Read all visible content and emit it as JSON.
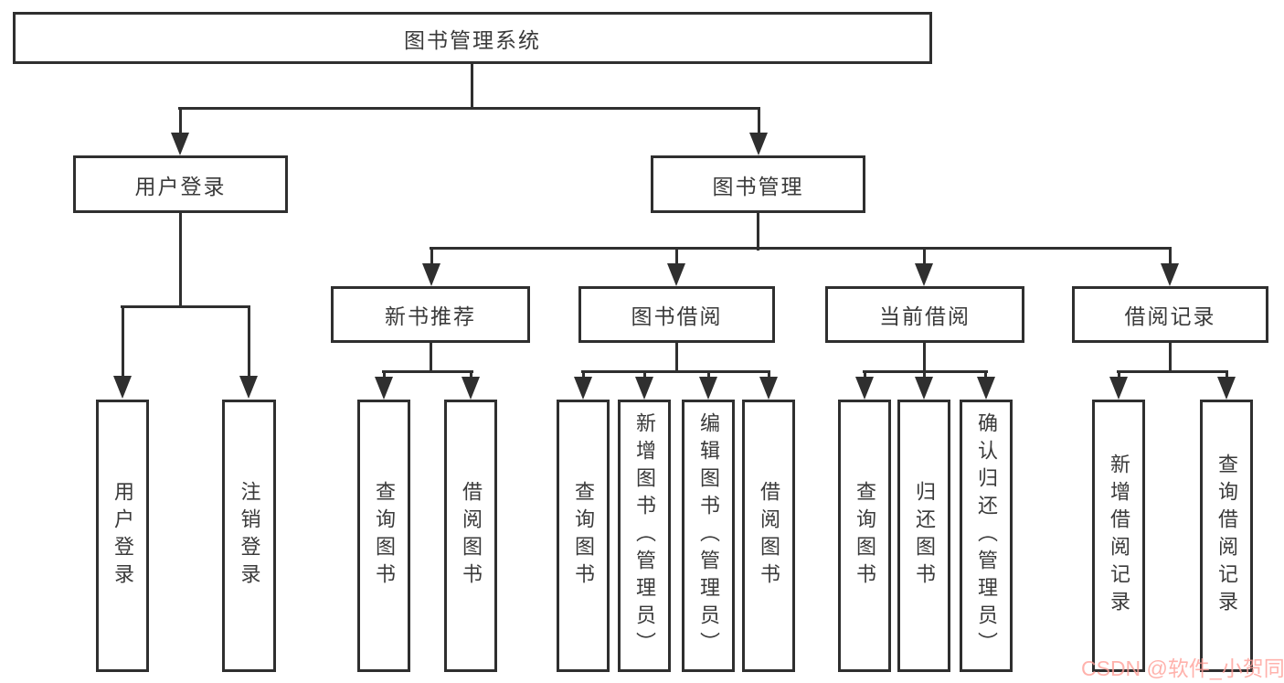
{
  "nodes": {
    "root": "图书管理系统",
    "user_login": "用户登录",
    "book_management": "图书管理",
    "new_book_rec": "新书推荐",
    "book_borrow": "图书借阅",
    "current_borrow": "当前借阅",
    "borrow_records": "借阅记录"
  },
  "leaves": {
    "user_login": [
      "用户登录",
      "注销登录"
    ],
    "new_book_rec": [
      "查询图书",
      "借阅图书"
    ],
    "book_borrow": [
      "查询图书",
      "新增图书（管理员）",
      "编辑图书（管理员）",
      "借阅图书"
    ],
    "current_borrow": [
      "查询图书",
      "归还图书",
      "确认归还（管理员）"
    ],
    "borrow_records": [
      "新增借阅记录",
      "查询借阅记录"
    ]
  },
  "watermark": {
    "text": "CSDN @软件_小贺同学"
  },
  "colors": {
    "line": "#2f2f2f",
    "text": "#3a3a3a",
    "background": "#ffffff",
    "watermark": "#ff9f98"
  }
}
